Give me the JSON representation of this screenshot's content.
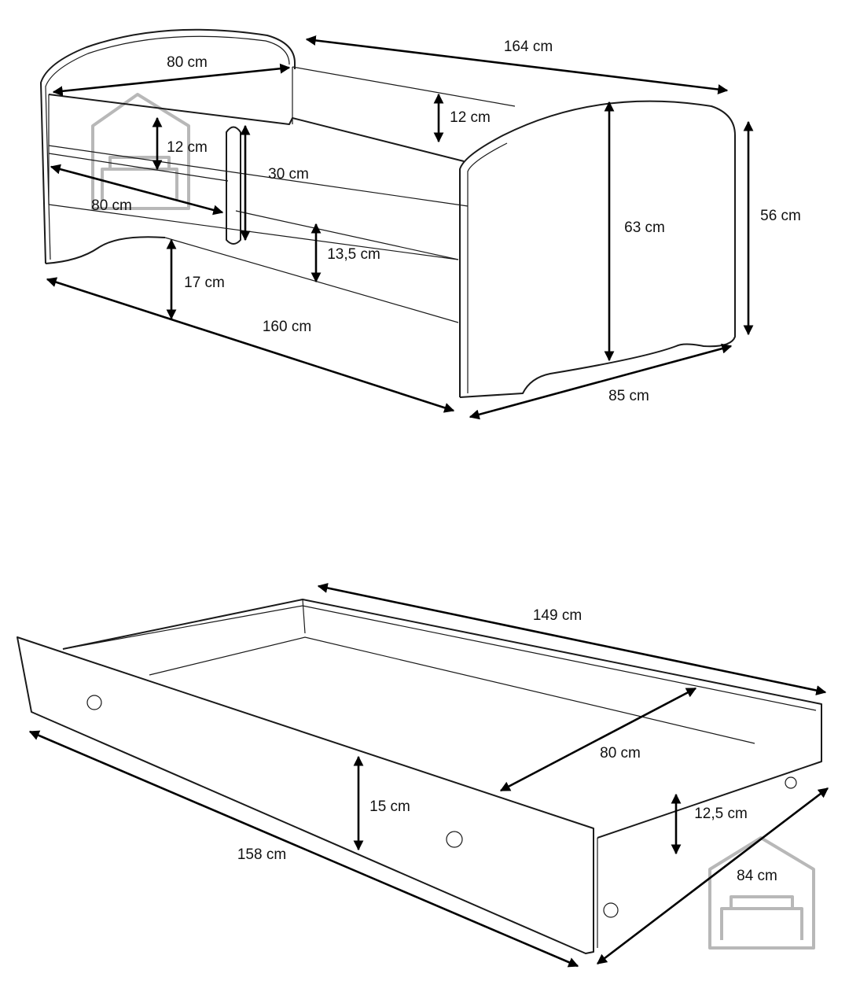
{
  "bed": {
    "length_top": "164 cm",
    "headboard_width": "80 cm",
    "left_rail_height": "12 cm",
    "middle_rail_height": "12 cm",
    "handle_height": "30 cm",
    "opening_width": "80 cm",
    "end_panel_height": "63 cm",
    "side_height": "56 cm",
    "side_panel_height": "13,5 cm",
    "clearance": "17 cm",
    "length_bottom": "160 cm",
    "width": "85 cm"
  },
  "drawer": {
    "length_inner": "149 cm",
    "width_inner": "80 cm",
    "front_height": "15 cm",
    "side_height": "12,5  cm",
    "length_front": "158 cm",
    "width": "84 cm"
  }
}
